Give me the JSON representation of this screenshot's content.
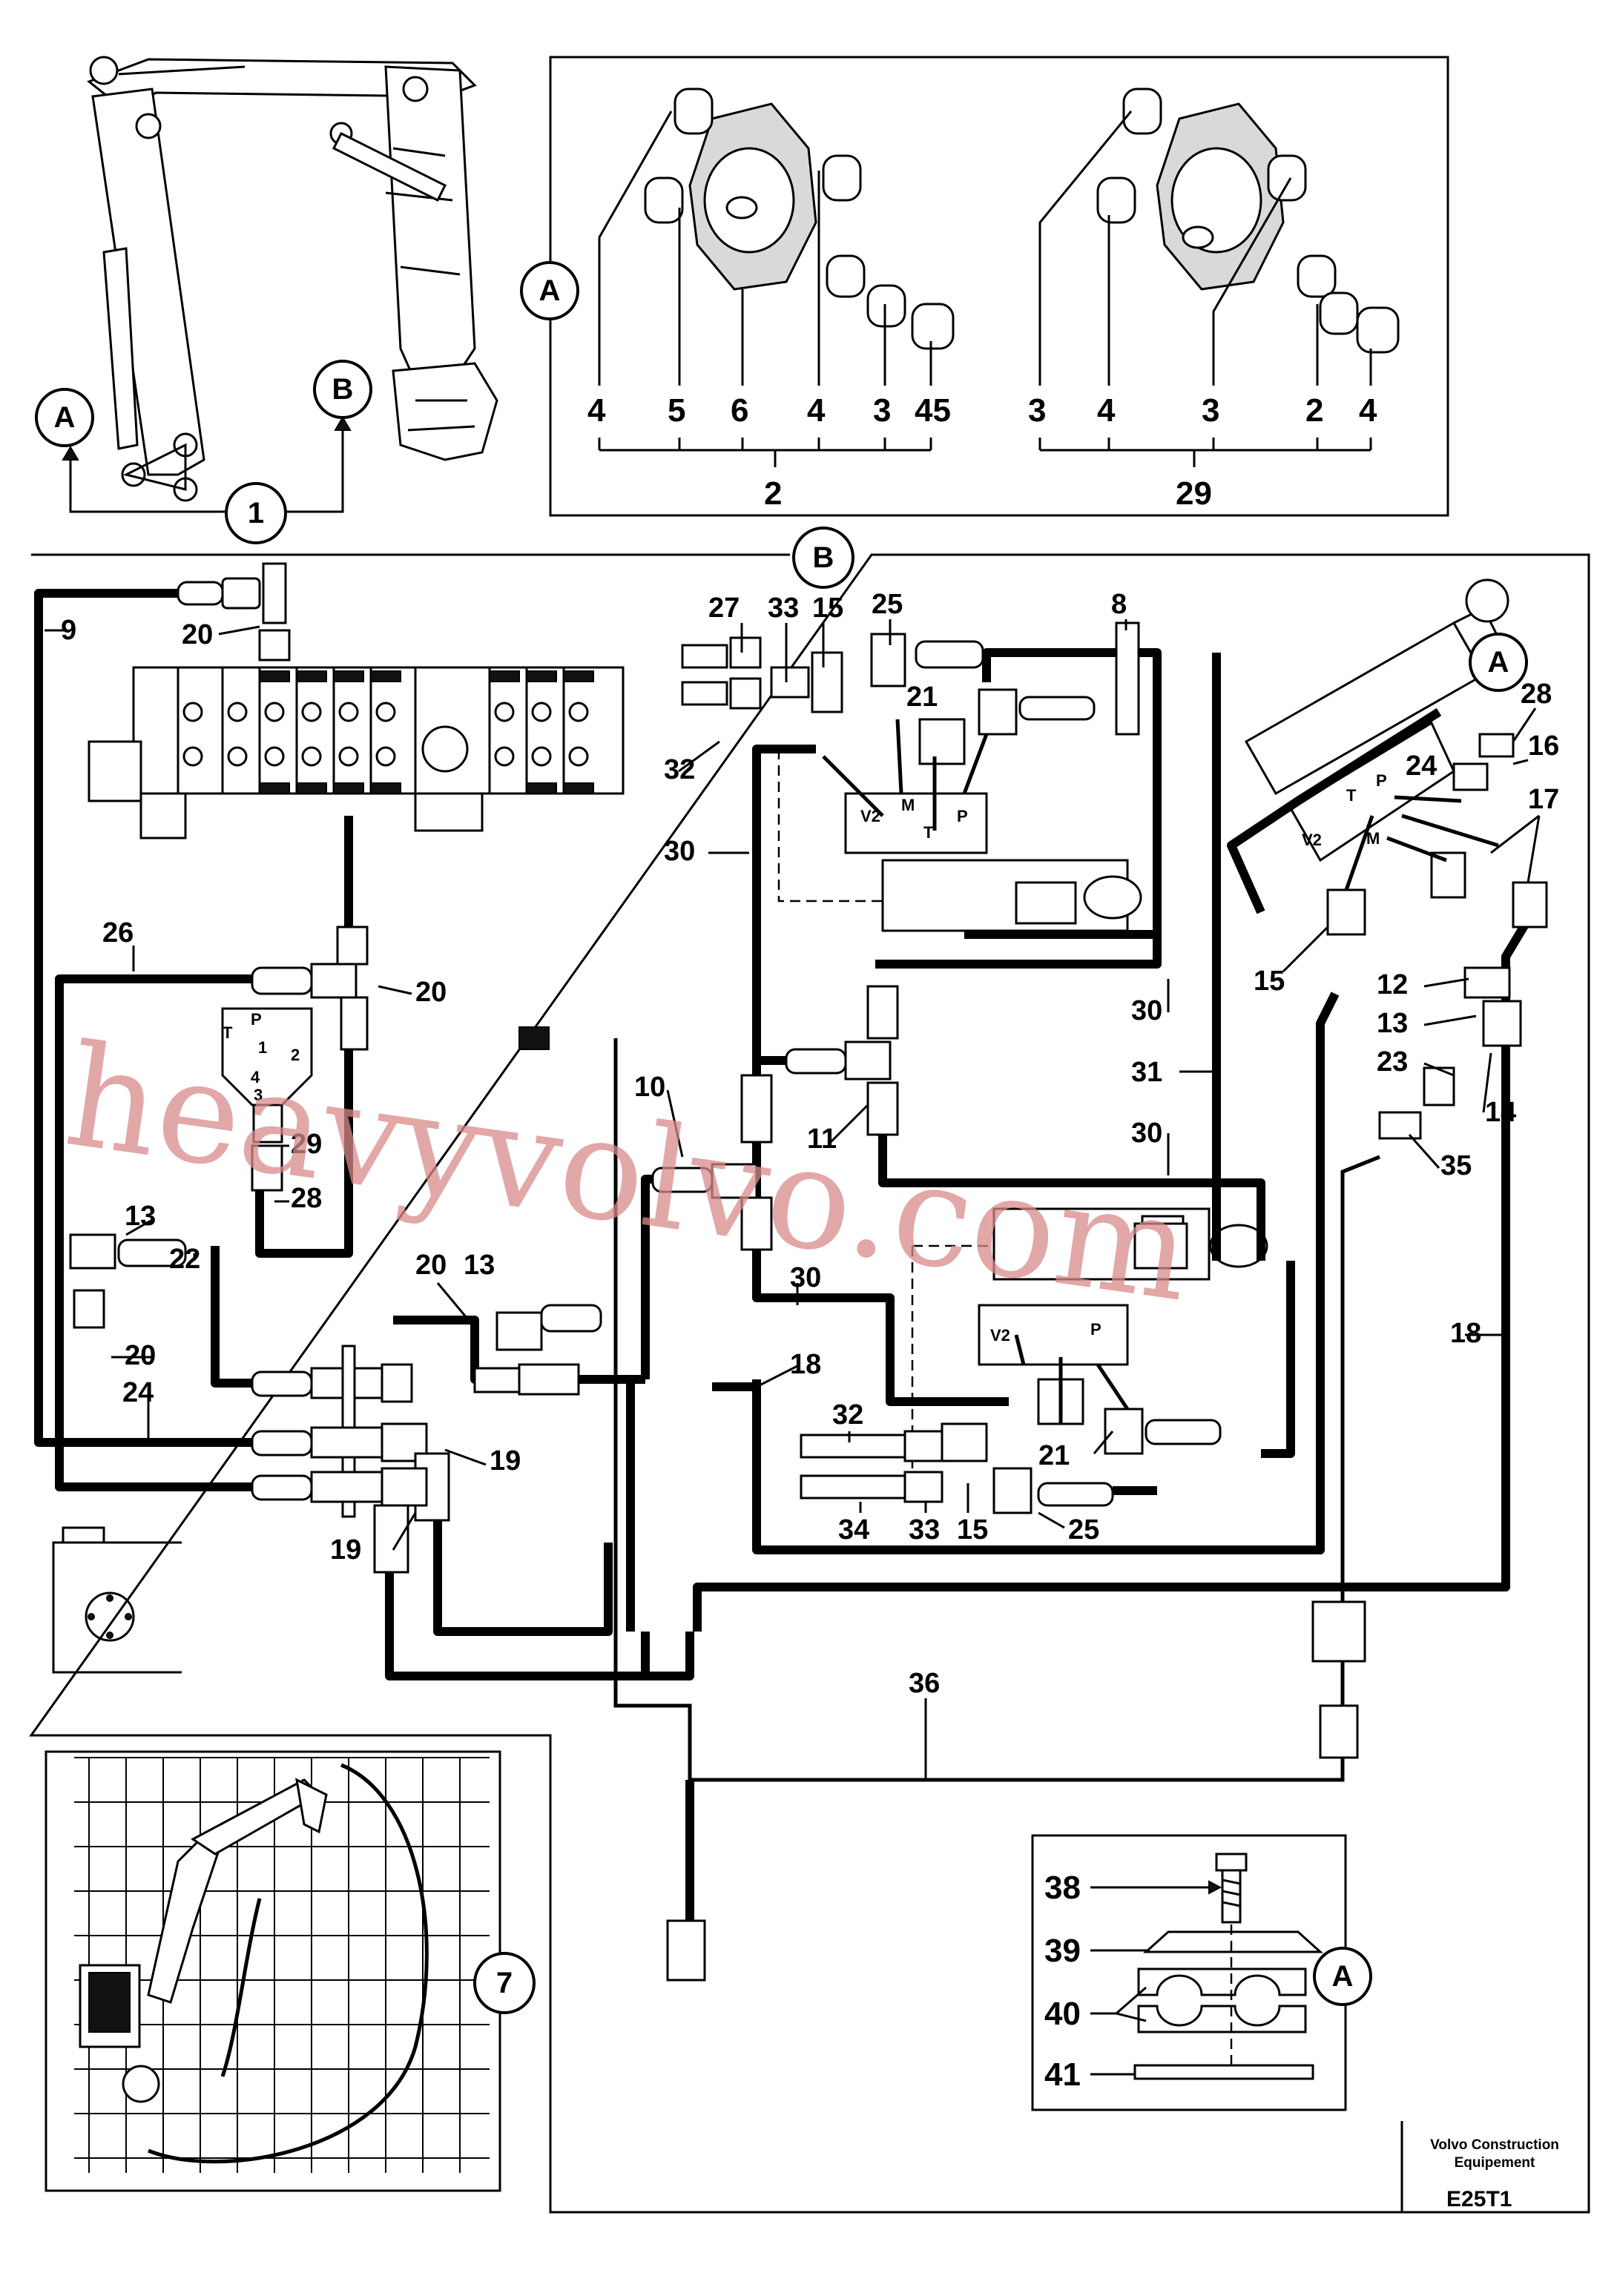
{
  "callouts": {
    "A_main": "A",
    "B_main": "B",
    "one": "1",
    "A_detail": "A",
    "B_top": "B",
    "A_cyl": "A",
    "A_clamp": "A",
    "seven": "7"
  },
  "detail_top": {
    "left_labels": [
      "4",
      "5",
      "6",
      "4",
      "3",
      "45"
    ],
    "left_group": "2",
    "right_labels": [
      "3",
      "4",
      "3",
      "2",
      "4"
    ],
    "right_group": "29"
  },
  "hose_labels": {
    "l9": "9",
    "l20a": "20",
    "l27": "27",
    "l33a": "33",
    "l15a": "15",
    "l25a": "25",
    "l8": "8",
    "l21a": "21",
    "l32a": "32",
    "l30a": "30",
    "l26": "26",
    "l20b": "20",
    "l29": "29",
    "l28a": "28",
    "l13a": "13",
    "l22": "22",
    "l20c": "20",
    "l24a": "24",
    "l20d": "20",
    "l13b": "13",
    "l19a": "19",
    "l19b": "19",
    "l10": "10",
    "l11": "11",
    "l30b": "30",
    "l31": "31",
    "l30c": "30",
    "l30d": "30",
    "l18a": "18",
    "l32b": "32",
    "l34": "34",
    "l33b": "33",
    "l15b": "15",
    "l25b": "25",
    "l21b": "21",
    "l36": "36",
    "l28b": "28",
    "l24b": "24",
    "l16": "16",
    "l17": "17",
    "l15c": "15",
    "l12": "12",
    "l13c": "13",
    "l23": "23",
    "l14": "14",
    "l35": "35",
    "l18b": "18"
  },
  "ports": {
    "v2a": "V2",
    "ma": "M",
    "ta": "T",
    "pa": "P",
    "v2b": "V2",
    "pb": "P",
    "v2c": "V2",
    "mc": "M",
    "tc": "T",
    "pc": "P",
    "pump_p": "P",
    "pump_t": "T",
    "pump_1": "1",
    "pump_2": "2",
    "pump_3": "3",
    "pump_4": "4"
  },
  "clamp_detail": {
    "l38": "38",
    "l39": "39",
    "l40": "40",
    "l41": "41"
  },
  "footer": {
    "company_line1": "Volvo Construction",
    "company_line2": "Equipement",
    "code": "E25T1"
  },
  "watermark": "heavyvolvo.com"
}
